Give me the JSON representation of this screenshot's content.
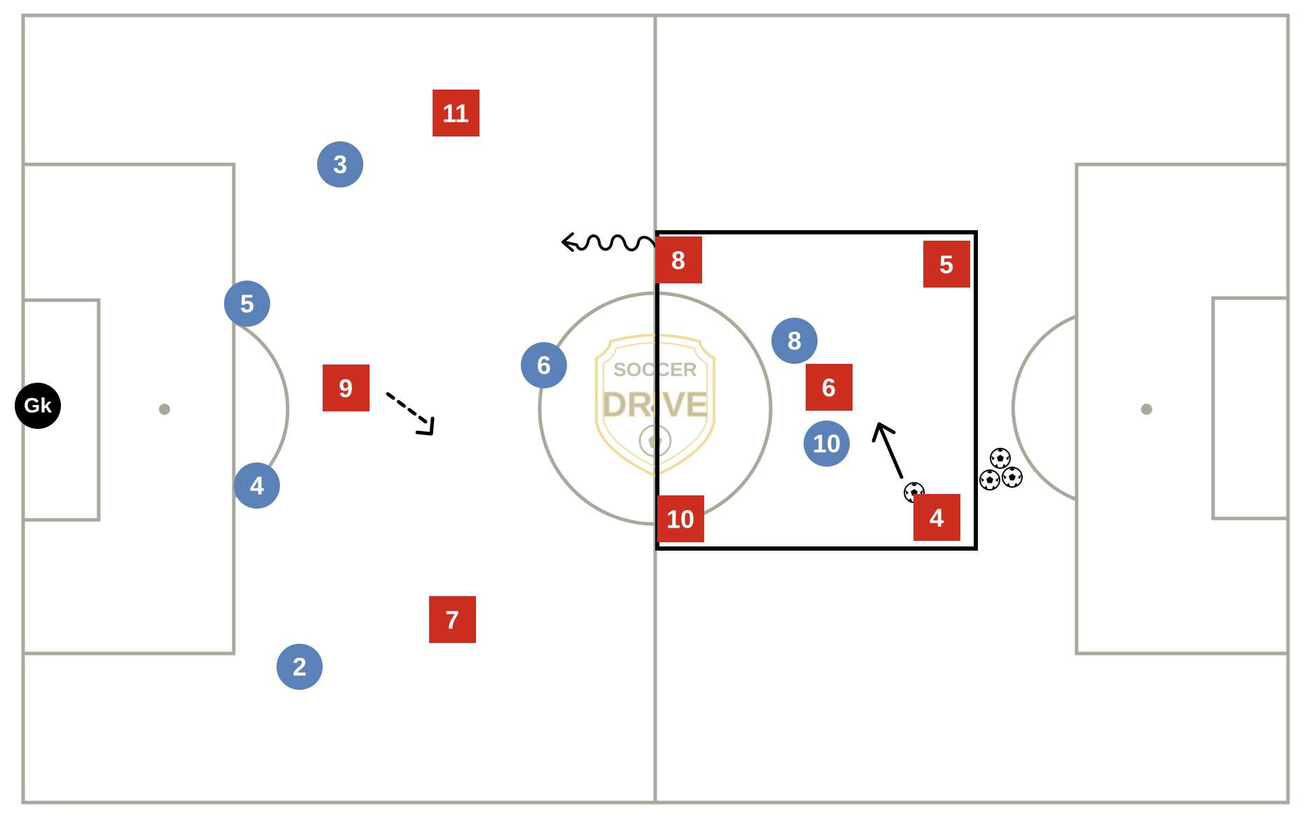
{
  "colors": {
    "pitch_lines": "#a7aa9b",
    "red_team": "#cc2f1f",
    "blue_team": "#5b82b8",
    "goalkeeper": "#000000",
    "drill_box": "#000000",
    "logo_gold": "#f3d58c",
    "logo_grey": "#b4b59e"
  },
  "logo": {
    "line1": "SOCCER",
    "line2": "DRIVE"
  },
  "goalkeeper": {
    "label": "Gk"
  },
  "red_players": [
    {
      "id": "red-11",
      "label": "11"
    },
    {
      "id": "red-9",
      "label": "9"
    },
    {
      "id": "red-7",
      "label": "7"
    },
    {
      "id": "red-8",
      "label": "8"
    },
    {
      "id": "red-5",
      "label": "5"
    },
    {
      "id": "red-6",
      "label": "6"
    },
    {
      "id": "red-10",
      "label": "10"
    },
    {
      "id": "red-4",
      "label": "4"
    }
  ],
  "blue_players": [
    {
      "id": "blue-3",
      "label": "3"
    },
    {
      "id": "blue-5",
      "label": "5"
    },
    {
      "id": "blue-4",
      "label": "4"
    },
    {
      "id": "blue-2",
      "label": "2"
    },
    {
      "id": "blue-6",
      "label": "6"
    },
    {
      "id": "blue-8",
      "label": "8"
    },
    {
      "id": "blue-10",
      "label": "10"
    }
  ],
  "icons": [
    "soccer-ball-icon",
    "dribble-arrow-icon",
    "run-arrow-icon",
    "pass-arrow-icon"
  ]
}
